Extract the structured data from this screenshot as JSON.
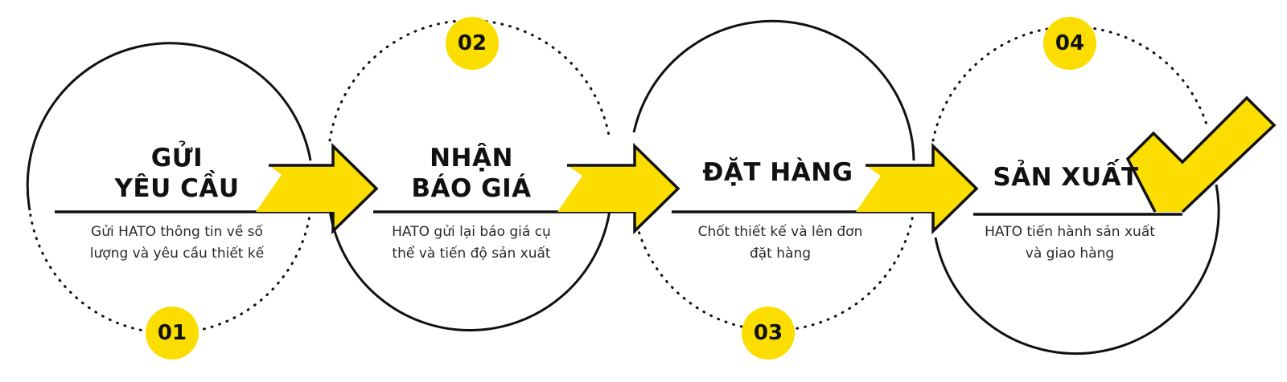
{
  "colors": {
    "accent": "#FBDD00",
    "ink": "#111111"
  },
  "steps": [
    {
      "number": "01",
      "title_line1": "GỬI",
      "title_line2": "YÊU CẦU",
      "desc_line1": "Gửi HATO thông tin về số",
      "desc_line2": "lượng và yêu cầu thiết kế",
      "icon": "arrow-right-icon"
    },
    {
      "number": "02",
      "title_line1": "NHẬN",
      "title_line2": "BÁO GIÁ",
      "desc_line1": "HATO gửi lại báo giá cụ",
      "desc_line2": "thể và tiến độ sản xuất",
      "icon": "arrow-right-icon"
    },
    {
      "number": "03",
      "title_line1": "ĐẶT HÀNG",
      "title_line2": "",
      "desc_line1": "Chốt thiết kế và lên đơn",
      "desc_line2": "đặt hàng",
      "icon": "arrow-right-icon"
    },
    {
      "number": "04",
      "title_line1": "SẢN XUẤT",
      "title_line2": "",
      "desc_line1": "HATO tiến hành sản xuất",
      "desc_line2": "và giao hàng",
      "icon": "check-icon"
    }
  ]
}
